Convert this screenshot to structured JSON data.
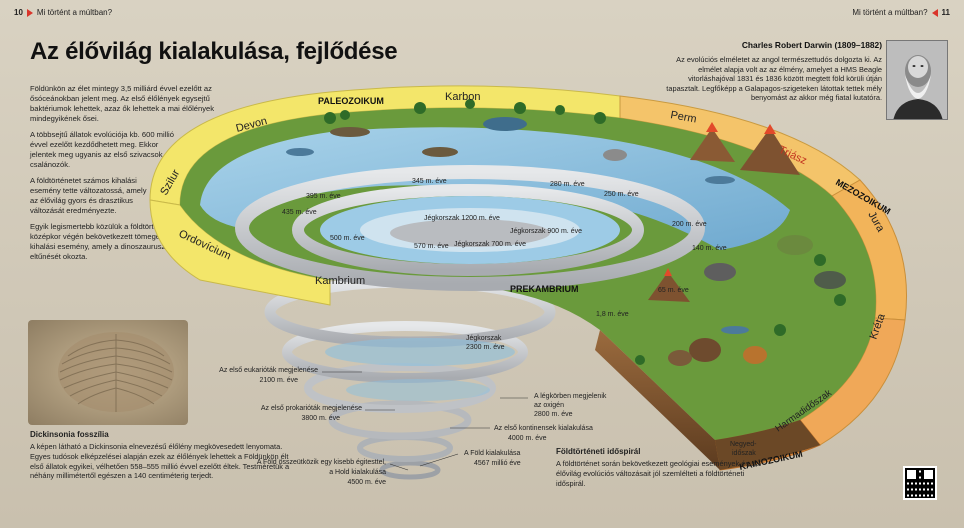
{
  "header": {
    "left_page_number": "10",
    "left_section": "Mi történt a múltban?",
    "right_section": "Mi történt a múltban?",
    "right_page_number": "11"
  },
  "title": "Az élővilág kialakulása, fejlődése",
  "intro": {
    "p1": "Földünkön az élet mintegy 3,5 milliárd évvel ezelőtt az ősóceánokban jelent meg. Az első élőlények egysejtű baktériumok lehettek, azaz ők lehettek a mai élőlények mindegyikének ősei.",
    "p2": "A többsejtű állatok evolúciója kb. 600 millió évvel ezelőtt kezdődhetett meg. Ekkor jelentek meg ugyanis az első szivacsok és csalánozók.",
    "p3": "A földtörténetet számos kihalási esemény tette változatossá, amely az élővilág gyors és drasztikus változását eredményezte.",
    "p4": "Egyik legismertebb közülük a földtörténeti középkor végén bekövetkezett tömeges kihalási esemény, amely a dinoszauruszok eltűnését okozta."
  },
  "fossil": {
    "heading": "Dickinsonia fosszília",
    "text": "A képen látható a Dickinsonia elnevezésű élőlény megkövesedett lenyomata. Egyes tudósok elképzelései alapján ezek az élőlények lehettek a Földünkön élt első állatok egyikei, vélhetően 558–555 millió évvel ezelőtt éltek. Testméretük a néhány millimétertől egészen a 140 centiméterig terjedt."
  },
  "darwin": {
    "heading": "Charles Robert Darwin (1809–1882)",
    "text": "Az evolúciós elméletet az angol természettudós dolgozta ki. Az elmélet alapja volt az az élmény, amelyet a HMS Beagle vitorláshajóval 1831 és 1836 között megtett föld körüli útján tapasztalt. Legfőképp a Galapagos-szigeteken látottak tettek mély benyomást az akkor még fiatal kutatóra."
  },
  "spiral_caption": {
    "heading": "Földtörténeti időspirál",
    "text": "A földtörténet során bekövetkezett geológiai események és az élővilág evolúciós változásait jól szemlélteti a földtörténeti időspirál."
  },
  "diagram": {
    "eras": {
      "paleozoic": "PALEOZOIKUM",
      "mesozoic": "MEZOZOIKUM",
      "cenozoic": "KAINOZOIKUM",
      "precambrian": "PREKAMBRIUM"
    },
    "periods": {
      "karbon": "Karbon",
      "devon": "Devon",
      "szilur": "Szilur",
      "ordovicium": "Ordovícium",
      "kambrium": "Kambrium",
      "perm": "Perm",
      "trias": "Triász",
      "jura": "Jura",
      "kreta": "Kréta",
      "harmadidoszak": "Harmadidőszak",
      "negyedidoszak_1": "Negyed-",
      "negyedidoszak_2": "időszak"
    },
    "ages": {
      "a345": "345 m. éve",
      "a395": "395 m. éve",
      "a435": "435 m. éve",
      "a500": "500 m. éve",
      "a570": "570 m. éve",
      "a280": "280 m. éve",
      "a250": "250 m. éve",
      "a200": "200 m. éve",
      "a140": "140 m. éve",
      "a65": "65 m. éve",
      "a18": "1,8 m. éve"
    },
    "glaciations": {
      "g1200": "Jégkorszak 1200 m. éve",
      "g900": "Jégkorszak 900 m. éve",
      "g700": "Jégkorszak 700 m. éve",
      "g2300_1": "Jégkorszak",
      "g2300_2": "2300 m. éve"
    },
    "events": {
      "eukaryote_1": "Az első eukarióták megjelenése",
      "eukaryote_2": "2100 m. éve",
      "oxygen_1": "A légkörben megjelenik",
      "oxygen_2": "az oxigén",
      "oxygen_3": "2800 m. éve",
      "prokaryote_1": "Az első prokarióták megjelenése",
      "prokaryote_2": "3800 m. éve",
      "continents_1": "Az első kontinensek kialakulása",
      "continents_2": "4000 m. éve",
      "earth_1": "A Föld kialakulása",
      "earth_2": "4567 millió éve",
      "moon_1": "A Föld összeütközik egy kisebb égitesttel,",
      "moon_2": "a Hold kialakulása",
      "moon_3": "4500 m. éve"
    }
  },
  "colors": {
    "accent_red": "#d9352b",
    "paleozoic_yellow": "#f3e66a",
    "mesozoic_orange": "#f2b45a",
    "cenozoic_orange": "#ea8f3e",
    "water_blue": "#8fc3e0",
    "ring_grey": "#b9bcc0"
  }
}
